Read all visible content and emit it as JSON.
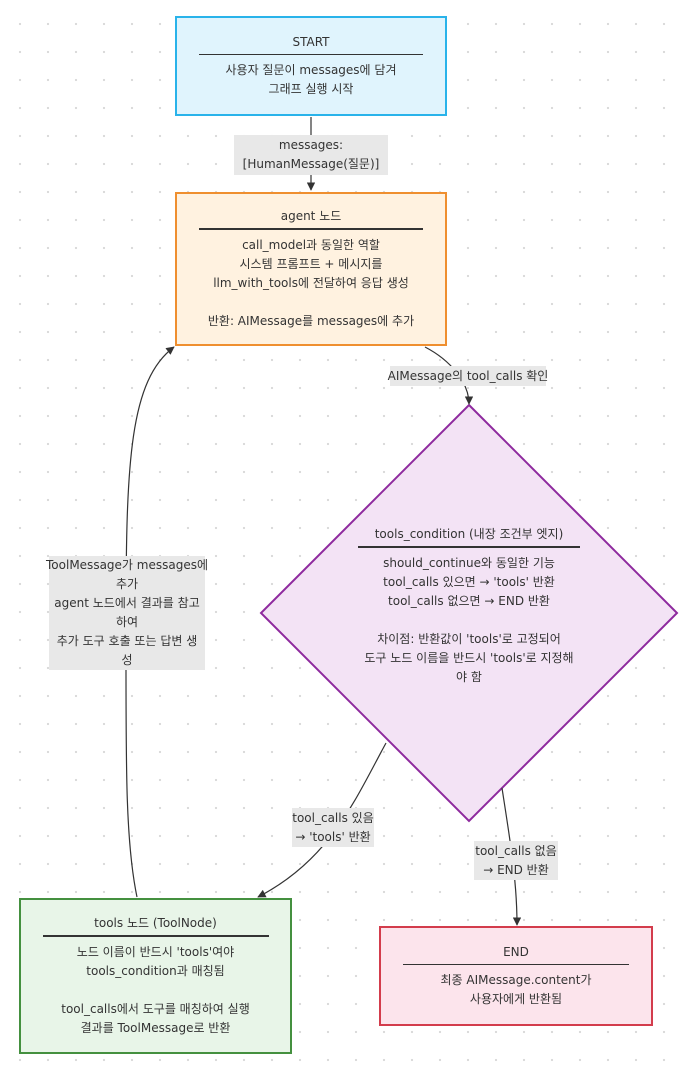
{
  "nodes": {
    "start": {
      "title": "START",
      "lines": [
        "사용자 질문이 messages에 담겨",
        "그래프 실행 시작"
      ],
      "fill": "#e0f4fd",
      "stroke": "#29b3ea"
    },
    "agent": {
      "title": "agent 노드",
      "lines": [
        "call_model과 동일한 역할",
        "시스템 프롬프트 + 메시지를",
        "llm_with_tools에 전달하여 응답 생성",
        "",
        "반환: AIMessage를 messages에 추가"
      ],
      "fill": "#fff2e0",
      "stroke": "#ef8f2f"
    },
    "condition": {
      "title": "tools_condition (내장 조건부 엣지)",
      "lines": [
        "should_continue와 동일한 기능",
        "tool_calls 있으면 → 'tools' 반환",
        "tool_calls 없으면 → END 반환",
        "",
        "차이점: 반환값이 'tools'로 고정되어",
        "도구 노드 이름을 반드시 'tools'로 지정해",
        "야 함"
      ],
      "fill": "#f3e3f5",
      "stroke": "#8e2a9e"
    },
    "tools": {
      "title": "tools 노드 (ToolNode)",
      "lines": [
        "노드 이름이 반드시 'tools'여야",
        "tools_condition과 매칭됨",
        "",
        "tool_calls에서 도구를 매칭하여 실행",
        "결과를 ToolMessage로 반환"
      ],
      "fill": "#e8f5e8",
      "stroke": "#44903f"
    },
    "end": {
      "title": "END",
      "lines": [
        "최종 AIMessage.content가",
        "사용자에게 반환됨"
      ],
      "fill": "#fce4ec",
      "stroke": "#d33c4c"
    }
  },
  "edges": {
    "start_to_agent": {
      "label": [
        "messages:",
        "[HumanMessage(질문)]"
      ]
    },
    "agent_to_condition": {
      "label": [
        "AIMessage의 tool_calls 확인"
      ]
    },
    "condition_to_tools": {
      "label": [
        "tool_calls 있음",
        "→ 'tools' 반환"
      ]
    },
    "condition_to_end": {
      "label": [
        "tool_calls 없음",
        "→ END 반환"
      ]
    },
    "tools_to_agent": {
      "label": [
        "ToolMessage가 messages에",
        "추가",
        "agent 노드에서 결과를 참고",
        "하여",
        "추가 도구 호출 또는 답변 생",
        "성"
      ]
    }
  },
  "colors": {
    "edge": "#333333",
    "label_bg": "#e8e8e8"
  }
}
